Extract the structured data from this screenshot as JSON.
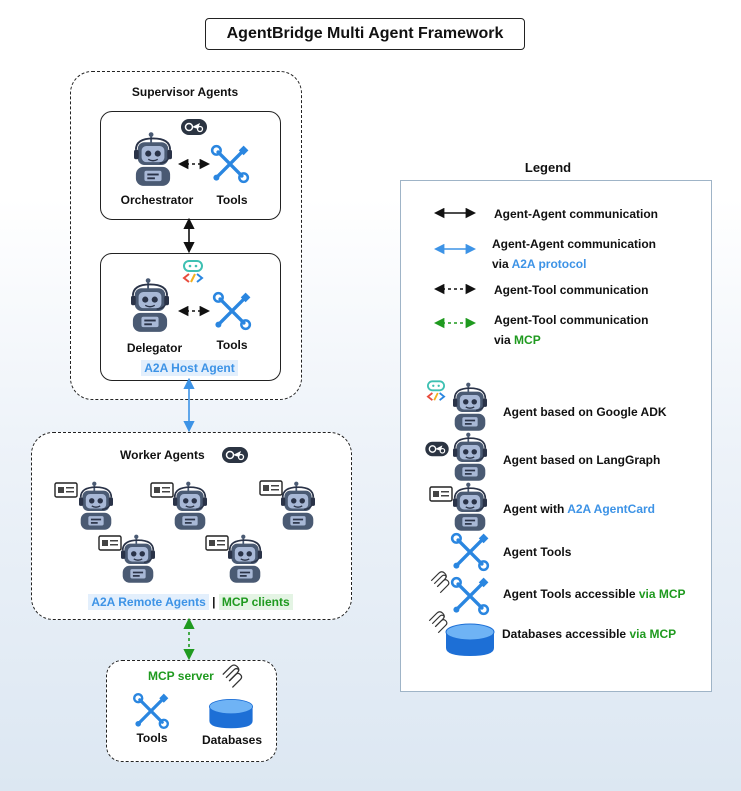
{
  "title": "AgentBridge Multi Agent Framework",
  "supervisor": {
    "heading": "Supervisor Agents",
    "orchestrator_label": "Orchestrator",
    "orchestrator_tools_label": "Tools",
    "delegator_label": "Delegator",
    "delegator_tools_label": "Tools",
    "host_label": "A2A Host Agent"
  },
  "workers": {
    "heading": "Worker Agents",
    "footer_a2a": "A2A Remote Agents",
    "footer_sep": "|",
    "footer_mcp": "MCP clients"
  },
  "mcp_server": {
    "heading": "MCP server",
    "tools_label": "Tools",
    "db_label": "Databases"
  },
  "legend": {
    "title": "Legend",
    "agent_agent": "Agent-Agent communication",
    "agent_agent_a2a_1": "Agent-Agent communication",
    "agent_agent_a2a_2_prefix": "via",
    "agent_agent_a2a_2_hl": "A2A protocol",
    "agent_tool": "Agent-Tool communication",
    "agent_tool_mcp_1": "Agent-Tool communication",
    "agent_tool_mcp_2_prefix": "via",
    "agent_tool_mcp_2_hl": "MCP",
    "adk": "Agent based on Google ADK",
    "langgraph": "Agent based on LangGraph",
    "agentcard_prefix": "Agent with",
    "agentcard_hl": "A2A AgentCard",
    "tools": "Agent Tools",
    "tools_mcp_prefix": "Agent Tools accessible",
    "tools_mcp_hl": "via MCP",
    "db_mcp_prefix": "Databases accessible",
    "db_mcp_hl": "via MCP"
  },
  "colors": {
    "a2a_blue": "#3d93e6",
    "mcp_green": "#1f9a1f",
    "robot_body": "#4a5a73",
    "robot_face": "#a8b8d6",
    "tool_blue": "#2a86e0",
    "db_blue": "#1d6fd6"
  }
}
